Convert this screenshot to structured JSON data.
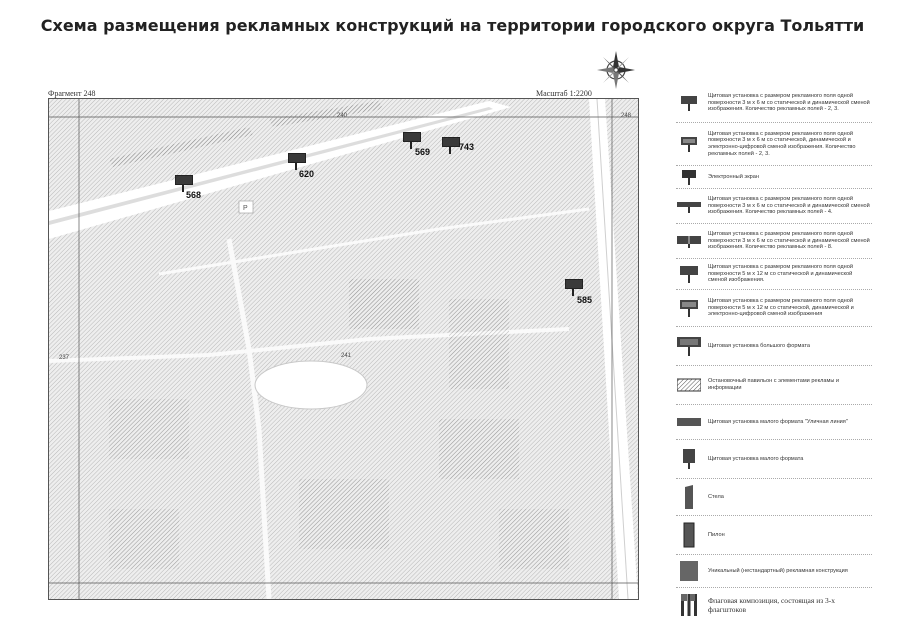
{
  "title": "Схема размещения рекламных конструкций на территории городского округа Тольятти",
  "fragment_label": "Фрагмент 248",
  "scale_label": "Масштаб 1:2200",
  "map": {
    "side_numbers": {
      "top_left": "240",
      "top_right": "248",
      "left": "237",
      "center": "241"
    },
    "markers": [
      {
        "id": "568"
      },
      {
        "id": "620"
      },
      {
        "id": "569"
      },
      {
        "id": "743"
      },
      {
        "id": "585"
      }
    ]
  },
  "legend": [
    {
      "icon": "billboard-3x6-static-dynamic-icon",
      "text": "Щитовая установка с размером рекламного поля одной поверхности 3 м х 6 м со статической и динамической сменой изображения. Количество рекламных полей - 2, 3."
    },
    {
      "icon": "billboard-3x6-digital-icon",
      "text": "Щитовая установка с размером рекламного поля одной поверхности 3 м х 6 м со статической, динамической и электронно-цифровой сменой изображения. Количество рекламных полей - 2, 3."
    },
    {
      "icon": "electronic-screen-icon",
      "text": "Электронный экран"
    },
    {
      "icon": "billboard-3x6-four-fields-icon",
      "text": "Щитовая установка с размером рекламного поля одной поверхности 3 м х 6 м со статической и динамической сменой изображения. Количество рекламных полей - 4."
    },
    {
      "icon": "billboard-3x6-eight-fields-icon",
      "text": "Щитовая установка с размером рекламного поля одной поверхности 3 м х 6 м со статической и динамической сменой изображения. Количество рекламных полей - 8."
    },
    {
      "icon": "billboard-5x12-static-dynamic-icon",
      "text": "Щитовая установка с размером рекламного поля одной поверхности 5 м х 12 м со статической и динамической сменой изображения."
    },
    {
      "icon": "billboard-5x12-digital-icon",
      "text": "Щитовая установка с размером рекламного поля одной поверхности 5 м х 12 м со статической, динамической и электронно-цифровой сменой изображения"
    },
    {
      "icon": "large-format-billboard-icon",
      "text": "Щитовая установка большого формата"
    },
    {
      "icon": "stop-pavilion-icon",
      "text": "Остановочный павильон с элементами рекламы и информации"
    },
    {
      "icon": "small-format-street-line-icon",
      "text": "Щитовая установка малого формата \"Уличная линия\""
    },
    {
      "icon": "small-format-billboard-icon",
      "text": "Щитовая установка малого формата"
    },
    {
      "icon": "stela-icon",
      "text": "Стела"
    },
    {
      "icon": "pylon-icon",
      "text": "Пилон"
    },
    {
      "icon": "unique-structure-icon",
      "text": "Уникальный (нестандартный) рекламная конструкция"
    },
    {
      "icon": "flag-composition-icon",
      "text": "Флаговая композиция, состоящая из 3-х флагштоков"
    }
  ]
}
